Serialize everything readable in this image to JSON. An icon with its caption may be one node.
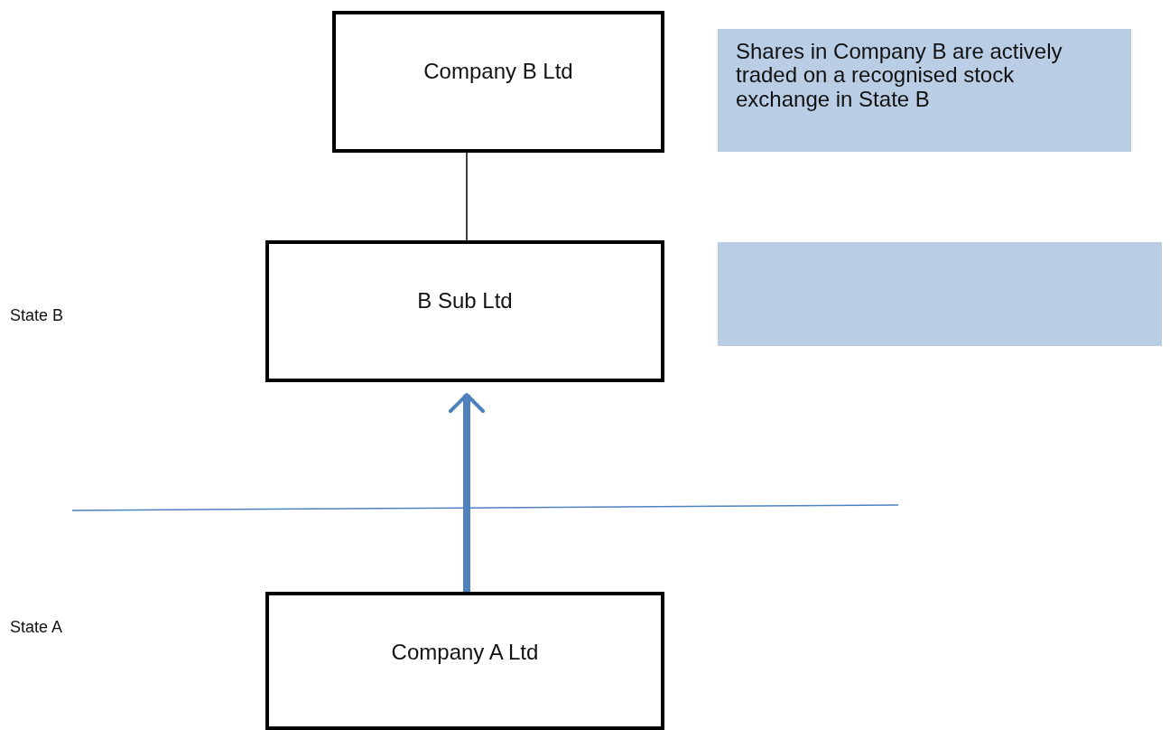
{
  "diagram": {
    "nodes": [
      {
        "text": [
          "Company B Ltd"
        ]
      },
      {
        "text": [
          "Shares in Company B are actively traded on a recognised stock exchange in State B"
        ]
      },
      {
        "text": [
          "B Sub Ltd"
        ]
      },
      {
        "text": [],
        "shape": "box"
      },
      {
        "text": [
          "Company A Ltd"
        ]
      }
    ],
    "edges": [
      {
        "from": 0,
        "to": 2,
        "arrow": "none"
      },
      {
        "from": 4,
        "to": 2,
        "arrow": "to",
        "style": "thick",
        "color": "#4f81bd"
      }
    ],
    "labels": [
      "State B",
      "State A"
    ]
  }
}
